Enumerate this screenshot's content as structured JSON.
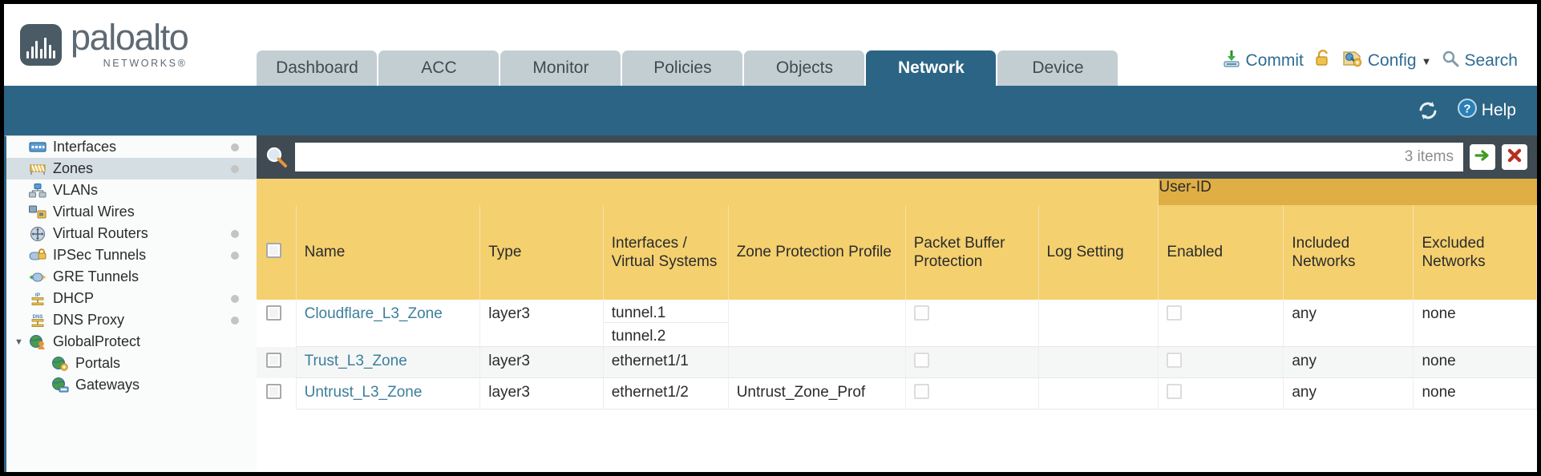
{
  "brand": {
    "name": "paloalto",
    "tagline": "NETWORKS®"
  },
  "nav": {
    "tabs": [
      {
        "label": "Dashboard",
        "active": false
      },
      {
        "label": "ACC",
        "active": false
      },
      {
        "label": "Monitor",
        "active": false
      },
      {
        "label": "Policies",
        "active": false
      },
      {
        "label": "Objects",
        "active": false
      },
      {
        "label": "Network",
        "active": true
      },
      {
        "label": "Device",
        "active": false
      }
    ]
  },
  "topactions": {
    "commit": "Commit",
    "lock_icon": "unlock-icon",
    "config": "Config",
    "search": "Search"
  },
  "blueband": {
    "refresh_icon": "refresh-icon",
    "help": "Help"
  },
  "sidebar": {
    "items": [
      {
        "label": "Interfaces",
        "icon": "interfaces-icon",
        "dot": true,
        "selected": false,
        "indent": false,
        "caret": ""
      },
      {
        "label": "Zones",
        "icon": "zones-icon",
        "dot": true,
        "selected": true,
        "indent": false,
        "caret": ""
      },
      {
        "label": "VLANs",
        "icon": "vlans-icon",
        "dot": false,
        "selected": false,
        "indent": false,
        "caret": ""
      },
      {
        "label": "Virtual Wires",
        "icon": "virtual-wires-icon",
        "dot": false,
        "selected": false,
        "indent": false,
        "caret": ""
      },
      {
        "label": "Virtual Routers",
        "icon": "virtual-routers-icon",
        "dot": true,
        "selected": false,
        "indent": false,
        "caret": ""
      },
      {
        "label": "IPSec Tunnels",
        "icon": "ipsec-tunnels-icon",
        "dot": true,
        "selected": false,
        "indent": false,
        "caret": ""
      },
      {
        "label": "GRE Tunnels",
        "icon": "gre-tunnels-icon",
        "dot": false,
        "selected": false,
        "indent": false,
        "caret": ""
      },
      {
        "label": "DHCP",
        "icon": "dhcp-icon",
        "dot": true,
        "selected": false,
        "indent": false,
        "caret": ""
      },
      {
        "label": "DNS Proxy",
        "icon": "dns-proxy-icon",
        "dot": true,
        "selected": false,
        "indent": false,
        "caret": ""
      },
      {
        "label": "GlobalProtect",
        "icon": "globalprotect-icon",
        "dot": false,
        "selected": false,
        "indent": false,
        "caret": "▼"
      },
      {
        "label": "Portals",
        "icon": "portals-icon",
        "dot": false,
        "selected": false,
        "indent": true,
        "caret": ""
      },
      {
        "label": "Gateways",
        "icon": "gateways-icon",
        "dot": false,
        "selected": false,
        "indent": true,
        "caret": ""
      }
    ]
  },
  "search": {
    "value": "",
    "placeholder": "",
    "items_count": "3 items",
    "apply_icon": "arrow-right-icon",
    "clear_icon": "close-x-icon"
  },
  "table": {
    "group_header": "User-ID",
    "columns": [
      "Name",
      "Type",
      "Interfaces / Virtual Systems",
      "Zone Protection Profile",
      "Packet Buffer Protection",
      "Log Setting",
      "Enabled",
      "Included Networks",
      "Excluded Networks"
    ],
    "rows": [
      {
        "name": "Cloudflare_L3_Zone",
        "type": "layer3",
        "interfaces": [
          "tunnel.1",
          "tunnel.2"
        ],
        "zone_protection_profile": "",
        "packet_buffer_protection": false,
        "log_setting": "",
        "userid_enabled": false,
        "included_networks": "any",
        "excluded_networks": "none"
      },
      {
        "name": "Trust_L3_Zone",
        "type": "layer3",
        "interfaces": [
          "ethernet1/1"
        ],
        "zone_protection_profile": "",
        "packet_buffer_protection": false,
        "log_setting": "",
        "userid_enabled": false,
        "included_networks": "any",
        "excluded_networks": "none"
      },
      {
        "name": "Untrust_L3_Zone",
        "type": "layer3",
        "interfaces": [
          "ethernet1/2"
        ],
        "zone_protection_profile": "Untrust_Zone_Prof",
        "packet_buffer_protection": false,
        "log_setting": "",
        "userid_enabled": false,
        "included_networks": "any",
        "excluded_networks": "none"
      }
    ]
  },
  "colors": {
    "brand_blue": "#2c6485",
    "header_gold": "#f4d06f",
    "group_gold": "#dfae44",
    "link_teal": "#3c7f9b",
    "dark_slate": "#3f4a52"
  }
}
